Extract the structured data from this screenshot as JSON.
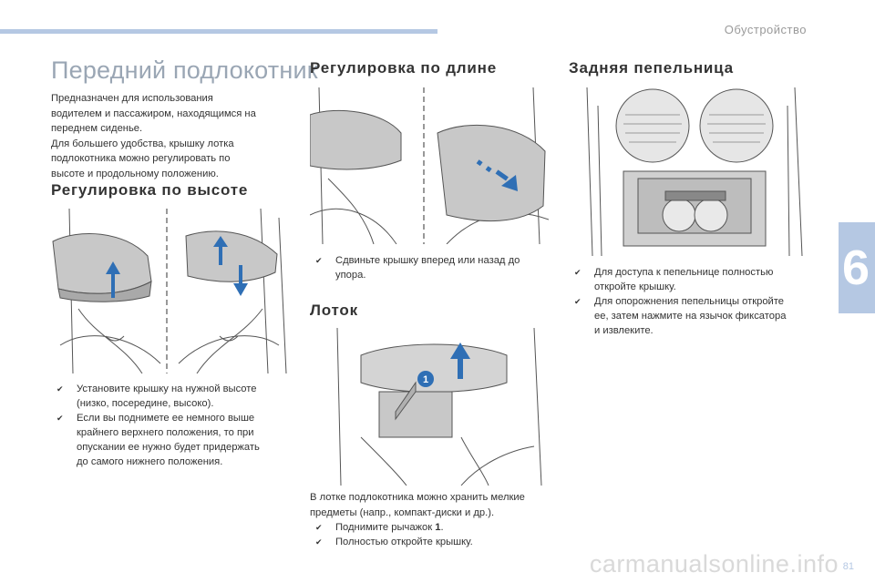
{
  "header": {
    "section": "Обустройство"
  },
  "chapter": {
    "number": "6"
  },
  "col1": {
    "title": "Передний подлокотник",
    "intro": [
      "Предназначен для использования",
      "водителем и пассажиром, находящимся на",
      "переднем сиденье.",
      "Для большего удобства, крышку лотка",
      "подлокотника можно регулировать по",
      "высоте и продольному положению."
    ],
    "heading_height": "Регулировка по высоте",
    "bullets": [
      [
        "Установите крышку на нужной высоте",
        "(низко, посередине, высоко)."
      ],
      [
        "Если вы поднимете ее немного выше",
        "крайнего верхнего положения, то при",
        "опускании ее нужно будет придержать",
        "до самого нижнего положения."
      ]
    ]
  },
  "col2": {
    "heading_length": "Регулировка по длине",
    "length_bullets": [
      [
        "Сдвиньте крышку вперед или назад до",
        "упора."
      ]
    ],
    "heading_tray": "Лоток",
    "tray_intro": [
      "В лотке подлокотника можно хранить мелкие",
      "предметы (напр., компакт-диски и др.)."
    ],
    "tray_bullets": [
      {
        "before": "Поднимите рычажок ",
        "bold": "1",
        "after": "."
      },
      {
        "before": "Полностью откройте крышку.",
        "bold": "",
        "after": ""
      }
    ],
    "callout": "1"
  },
  "col3": {
    "heading_ash": "Задняя пепельница",
    "ash_bullets": [
      [
        "Для доступа к пепельнице полностью",
        "откройте крышку."
      ],
      [
        "Для опорожнения пепельницы откройте",
        "ее, затем нажмите на язычок фиксатора",
        "и извлеките."
      ]
    ]
  },
  "bullet_mark": "✔",
  "footer": {
    "page": "81",
    "watermark": "carmanualsonline.info"
  },
  "colors": {
    "accent": "#b5c8e3",
    "arrow": "#2f6fb5",
    "title": "#9aa6b4"
  }
}
